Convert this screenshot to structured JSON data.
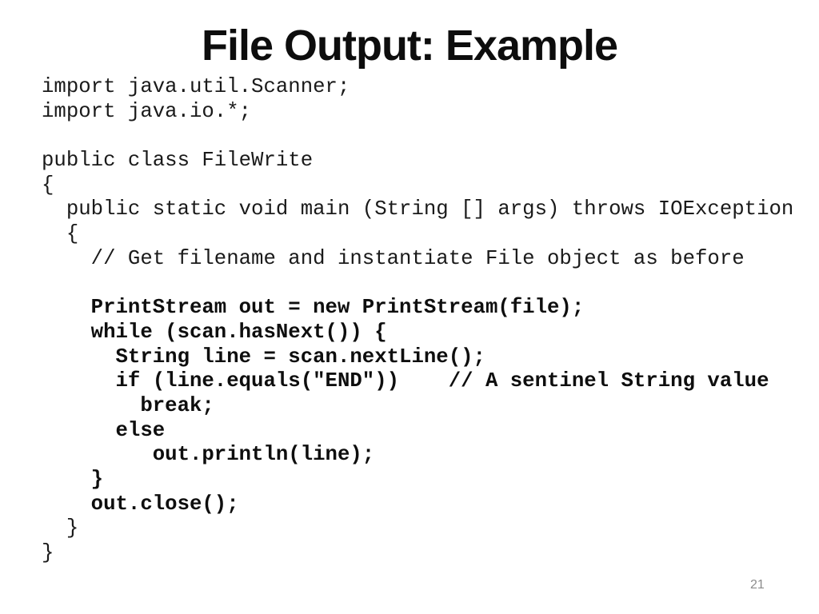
{
  "slide": {
    "title": "File Output: Example",
    "page_number": "21",
    "code_lines": [
      {
        "text": "import java.util.Scanner;",
        "bold": false
      },
      {
        "text": "import java.io.*;",
        "bold": false
      },
      {
        "text": "",
        "bold": false
      },
      {
        "text": "public class FileWrite",
        "bold": false
      },
      {
        "text": "{",
        "bold": false
      },
      {
        "text": "  public static void main (String [] args) throws IOException",
        "bold": false
      },
      {
        "text": "  {",
        "bold": false
      },
      {
        "text": "    // Get filename and instantiate File object as before",
        "bold": false
      },
      {
        "text": "",
        "bold": false
      },
      {
        "text": "    PrintStream out = new PrintStream(file);",
        "bold": true
      },
      {
        "text": "    while (scan.hasNext()) {",
        "bold": true
      },
      {
        "text": "      String line = scan.nextLine();",
        "bold": true
      },
      {
        "text": "      if (line.equals(\"END\"))    // A sentinel String value",
        "bold": true
      },
      {
        "text": "        break;",
        "bold": true
      },
      {
        "text": "      else",
        "bold": true
      },
      {
        "text": "         out.println(line);",
        "bold": true
      },
      {
        "text": "    }",
        "bold": true
      },
      {
        "text": "    out.close();",
        "bold": true
      },
      {
        "text": "  }",
        "bold": false
      },
      {
        "text": "}",
        "bold": false
      }
    ]
  },
  "colors": {
    "background": "#ffffff",
    "title_text": "#0d0d0d",
    "code_text": "#1a1a1a",
    "page_number_text": "#8c8c8c"
  }
}
